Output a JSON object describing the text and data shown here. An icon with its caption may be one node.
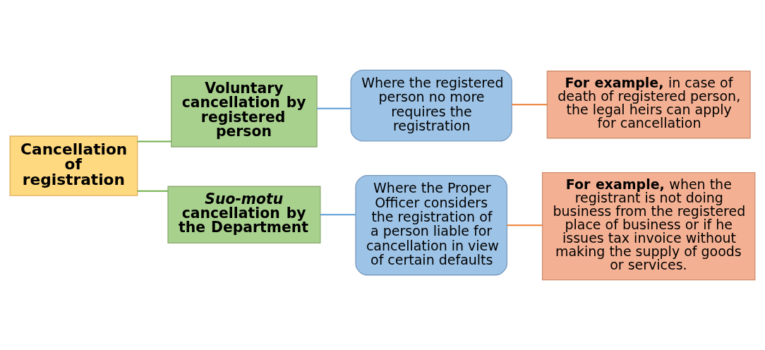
{
  "diagram": {
    "nodes": [
      {
        "text": [
          "Cancellation of registration"
        ]
      },
      {
        "text": [
          "Voluntary cancellation by registered person"
        ]
      },
      {
        "text": [
          "Where the registered person no more requires the registration"
        ]
      },
      {
        "text": [
          "**For example,** in case of death of registered person, the legal heirs can apply for cancellation"
        ]
      },
      {
        "text": [
          "*Suo-motu* cancellation by the Department"
        ]
      },
      {
        "text": [
          "Where the Proper Officer considers the registration of a person liable for cancellation in view of certain defaults"
        ]
      },
      {
        "text": [
          "**For example,** when the registrant is not doing business from the registered place of business or if he issues tax invoice without making the supply of goods or services."
        ]
      }
    ],
    "edges": [
      {
        "from": 0,
        "to": 1,
        "arrow": "none",
        "color": "#70ad47"
      },
      {
        "from": 0,
        "to": 4,
        "arrow": "none",
        "color": "#70ad47"
      },
      {
        "from": 1,
        "to": 2,
        "arrow": "none",
        "color": "#5b9bd5"
      },
      {
        "from": 4,
        "to": 5,
        "arrow": "none",
        "color": "#5b9bd5"
      },
      {
        "from": 2,
        "to": 3,
        "arrow": "none",
        "color": "#ed7d31"
      },
      {
        "from": 5,
        "to": 6,
        "arrow": "none",
        "color": "#ed7d31"
      }
    ]
  }
}
